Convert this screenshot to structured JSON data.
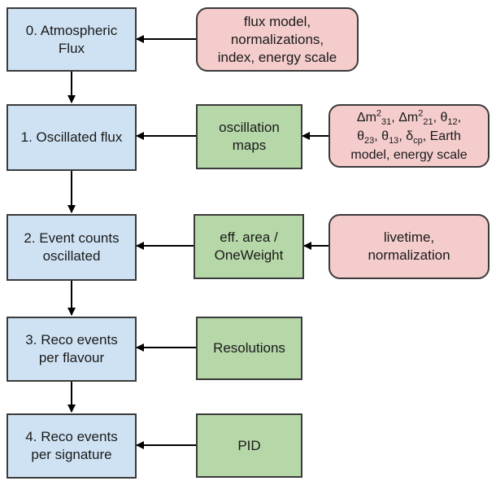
{
  "stages": [
    {
      "lines": [
        "0. Atmospheric",
        "Flux"
      ]
    },
    {
      "lines": [
        "1. Oscillated flux"
      ]
    },
    {
      "lines": [
        "2. Event counts",
        "oscillated"
      ]
    },
    {
      "lines": [
        "3. Reco events",
        "per flavour"
      ]
    },
    {
      "lines": [
        "4. Reco events",
        "per signature"
      ]
    }
  ],
  "operations": {
    "oscillation_maps": [
      "oscillation",
      "maps"
    ],
    "eff_area": [
      "eff. area /",
      "OneWeight"
    ],
    "resolutions": [
      "Resolutions"
    ],
    "pid": [
      "PID"
    ]
  },
  "parameters": {
    "flux": [
      "flux model,",
      "normalizations,",
      "index, energy scale"
    ],
    "oscillation": {
      "delta_m31": "Δm",
      "delta_m31_sup": "2",
      "delta_m31_sub": "31",
      "delta_m21": "Δm",
      "delta_m21_sup": "2",
      "delta_m21_sub": "21",
      "theta12": "θ",
      "theta12_sub": "12",
      "theta23": "θ",
      "theta23_sub": "23",
      "theta13": "θ",
      "theta13_sub": "13",
      "delta_cp": "δ",
      "delta_cp_sub": "cp",
      "earth": "Earth",
      "line3": "model, energy scale"
    },
    "livetime": [
      "livetime,",
      "normalization"
    ]
  }
}
